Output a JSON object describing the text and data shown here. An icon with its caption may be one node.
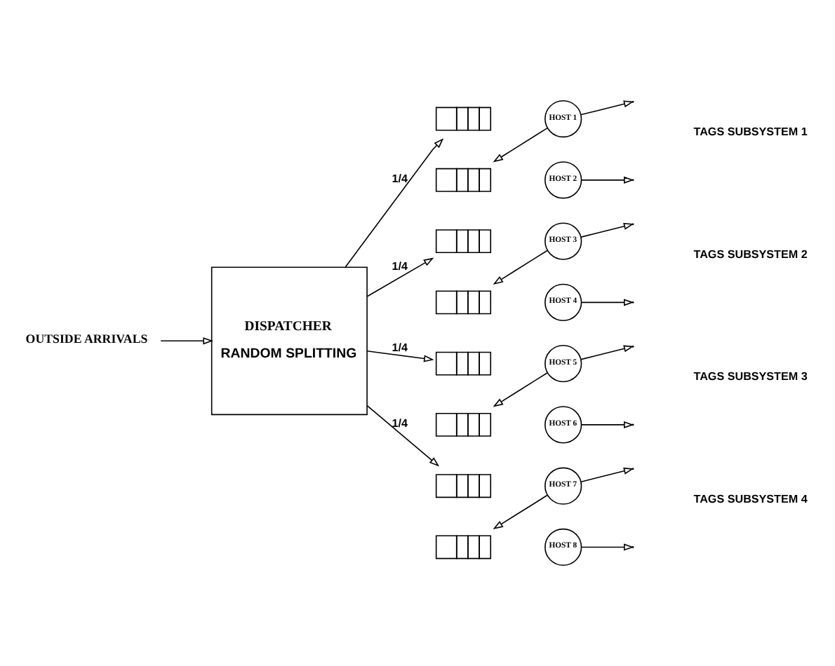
{
  "diagram": {
    "nodes": [
      {
        "text": [
          "OUTSIDE ARRIVALS"
        ]
      },
      {
        "text": [
          "DISPATCHER",
          "RANDOM SPLITTING"
        ]
      },
      {
        "text": [],
        "shape": "queue"
      },
      {
        "text": [
          "HOST 1"
        ]
      },
      {
        "text": [],
        "shape": "queue"
      },
      {
        "text": [
          "HOST 2"
        ]
      },
      {
        "text": [],
        "shape": "queue"
      },
      {
        "text": [
          "HOST 3"
        ]
      },
      {
        "text": [],
        "shape": "queue"
      },
      {
        "text": [
          "HOST 4"
        ]
      },
      {
        "text": [],
        "shape": "queue"
      },
      {
        "text": [
          "HOST 5"
        ]
      },
      {
        "text": [],
        "shape": "queue"
      },
      {
        "text": [
          "HOST 6"
        ]
      },
      {
        "text": [],
        "shape": "queue"
      },
      {
        "text": [
          "HOST 7"
        ]
      },
      {
        "text": [],
        "shape": "queue"
      },
      {
        "text": [
          "HOST 8"
        ]
      }
    ],
    "edges": [
      {
        "from": 0,
        "to": 1,
        "arrow": "to"
      },
      {
        "from": 1,
        "to": 2,
        "arrow": "to",
        "label": "1/4"
      },
      {
        "from": 3,
        "to": null,
        "arrow": "to"
      },
      {
        "from": 3,
        "to": 4,
        "arrow": "to"
      },
      {
        "from": 5,
        "to": null,
        "arrow": "to"
      },
      {
        "from": 1,
        "to": 6,
        "arrow": "to",
        "label": "1/4"
      },
      {
        "from": 7,
        "to": null,
        "arrow": "to"
      },
      {
        "from": 7,
        "to": 8,
        "arrow": "to"
      },
      {
        "from": 9,
        "to": null,
        "arrow": "to"
      },
      {
        "from": 1,
        "to": 10,
        "arrow": "to",
        "label": "1/4"
      },
      {
        "from": 11,
        "to": null,
        "arrow": "to"
      },
      {
        "from": 11,
        "to": 12,
        "arrow": "to"
      },
      {
        "from": 13,
        "to": null,
        "arrow": "to"
      },
      {
        "from": 1,
        "to": 14,
        "arrow": "to",
        "label": "1/4"
      },
      {
        "from": 15,
        "to": null,
        "arrow": "to"
      },
      {
        "from": 15,
        "to": 16,
        "arrow": "to"
      },
      {
        "from": 17,
        "to": null,
        "arrow": "to"
      }
    ],
    "labels": [
      "TAGS SUBSYSTEM 1",
      "TAGS SUBSYSTEM 2",
      "TAGS SUBSYSTEM 3",
      "TAGS SUBSYSTEM 4"
    ]
  }
}
